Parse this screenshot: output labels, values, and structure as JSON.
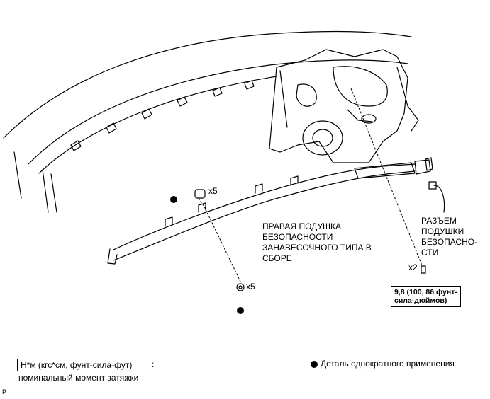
{
  "labels": {
    "airbag_assembly": [
      "ПРАВАЯ ПОДУШКА",
      "БЕЗОПАСНОСТИ",
      "ЗАНАВЕСОЧНОГО ТИПА В",
      "СБОРЕ"
    ],
    "connector": [
      "РАЗЪЕМ",
      "ПОДУШКИ",
      "БЕЗОПАСНО-",
      "СТИ"
    ],
    "qty_clips": "x5",
    "qty_nuts": "x5",
    "qty_bolts": "x2",
    "torque_value": [
      "9,8 (100, 86 фунт-",
      "сила-дюймов)"
    ]
  },
  "legend": {
    "torque_units": "Н*м (кгс*см, фунт-сила-фут)",
    "torque_colon": ":",
    "torque_meaning": "номинальный момент затяжки",
    "single_use": "Деталь однократного применения"
  },
  "corner_mark": "P"
}
